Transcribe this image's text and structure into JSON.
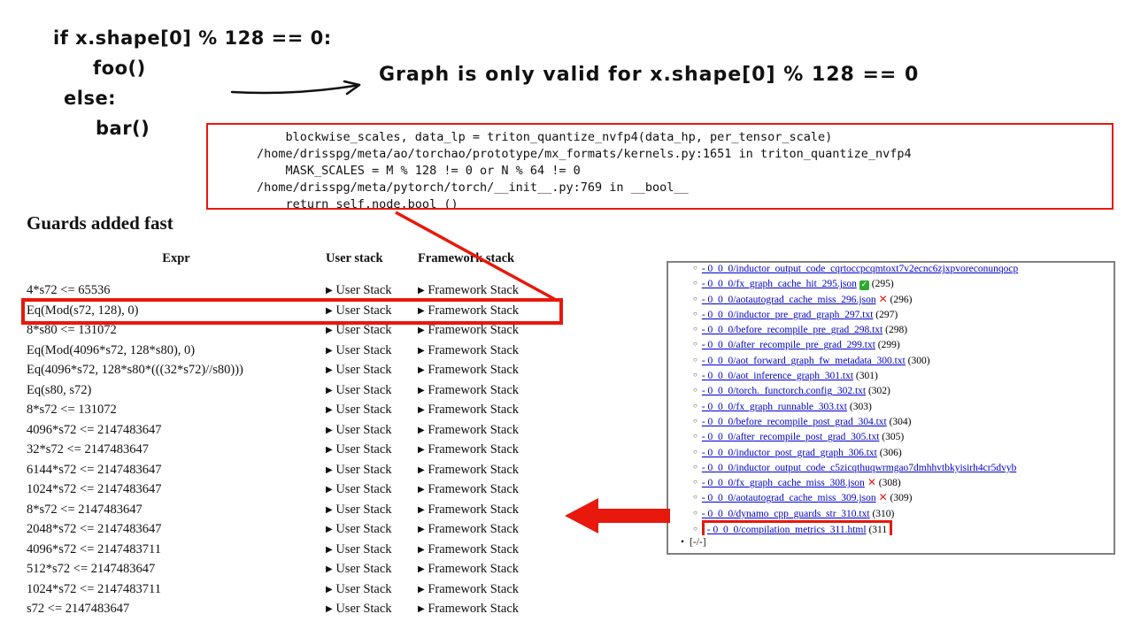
{
  "colors": {
    "highlight_red": "#e8180c",
    "link_blue": "#0000cc",
    "check_green": "#2fa832",
    "cross_red": "#e8180c",
    "panel_border": "#808080"
  },
  "icons": {
    "bullet": "○",
    "dot": "•",
    "check": "✓",
    "cross": "✕"
  },
  "handwritten": {
    "code_lines": [
      "if x.shape[0] % 128 == 0:",
      "foo()",
      "else:",
      "bar()"
    ],
    "annotation": "Graph is only valid for x.shape[0] % 128 == 0"
  },
  "stack_trace": {
    "lines": [
      "    blockwise_scales, data_lp = triton_quantize_nvfp4(data_hp, per_tensor_scale)",
      "/home/drisspg/meta/ao/torchao/prototype/mx_formats/kernels.py:1651 in triton_quantize_nvfp4",
      "    MASK_SCALES = M % 128 != 0 or N % 64 != 0",
      "/home/drisspg/meta/pytorch/torch/__init__.py:769 in __bool__",
      "    return self.node.bool_()"
    ]
  },
  "guards": {
    "heading": "Guards added fast",
    "columns": [
      "Expr",
      "User stack",
      "Framework stack"
    ],
    "stack_marker": "▶",
    "user_stack_label": "User Stack",
    "framework_stack_label": "Framework Stack",
    "rows": [
      "4*s72 <= 65536",
      "Eq(Mod(s72, 128), 0)",
      "8*s80 <= 131072",
      "Eq(Mod(4096*s72, 128*s80), 0)",
      "Eq(4096*s72, 128*s80*(((32*s72)//s80)))",
      "Eq(s80, s72)",
      "8*s72 <= 131072",
      "4096*s72 <= 2147483647",
      "32*s72 <= 2147483647",
      "6144*s72 <= 2147483647",
      "1024*s72 <= 2147483647",
      "8*s72 <= 2147483647",
      "2048*s72 <= 2147483647",
      "4096*s72 <= 2147483711",
      "512*s72 <= 2147483647",
      "1024*s72 <= 2147483711",
      "s72 <= 2147483647"
    ]
  },
  "file_list": {
    "footer": "[-/-]",
    "items": [
      {
        "label": "- 0_0_0/inductor_output_code_cqrtoccpcqmtoxt7v2ecnc6zjxpvoreconunqocp",
        "suffix": "",
        "clipped": true
      },
      {
        "label": "- 0_0_0/fx_graph_cache_hit_295.json",
        "status": "check",
        "suffix": "(295)"
      },
      {
        "label": "- 0_0_0/aotautograd_cache_miss_296.json",
        "status": "cross",
        "suffix": "(296)"
      },
      {
        "label": "- 0_0_0/inductor_pre_grad_graph_297.txt",
        "suffix": "(297)"
      },
      {
        "label": "- 0_0_0/before_recompile_pre_grad_298.txt",
        "suffix": "(298)"
      },
      {
        "label": "- 0_0_0/after_recompile_pre_grad_299.txt",
        "suffix": "(299)"
      },
      {
        "label": "- 0_0_0/aot_forward_graph_fw_metadata_300.txt",
        "suffix": "(300)"
      },
      {
        "label": "- 0_0_0/aot_inference_graph_301.txt",
        "suffix": "(301)"
      },
      {
        "label": "- 0_0_0/torch._functorch.config_302.txt",
        "suffix": "(302)"
      },
      {
        "label": "- 0_0_0/fx_graph_runnable_303.txt",
        "suffix": "(303)"
      },
      {
        "label": "- 0_0_0/before_recompile_post_grad_304.txt",
        "suffix": "(304)"
      },
      {
        "label": "- 0_0_0/after_recompile_post_grad_305.txt",
        "suffix": "(305)"
      },
      {
        "label": "- 0_0_0/inductor_post_grad_graph_306.txt",
        "suffix": "(306)"
      },
      {
        "label": "- 0_0_0/inductor_output_code_c5zicqthuqwrmgao7dmhhvtbkyisirh4cr5dvyb",
        "suffix": ""
      },
      {
        "label": "- 0_0_0/fx_graph_cache_miss_308.json",
        "status": "cross",
        "suffix": "(308)"
      },
      {
        "label": "- 0_0_0/aotautograd_cache_miss_309.json",
        "status": "cross",
        "suffix": "(309)"
      },
      {
        "label": "- 0_0_0/dynamo_cpp_guards_str_310.txt",
        "suffix": "(310)"
      },
      {
        "label": "- 0_0_0/compilation_metrics_311.html",
        "suffix": "(311",
        "highlight": true
      }
    ]
  }
}
